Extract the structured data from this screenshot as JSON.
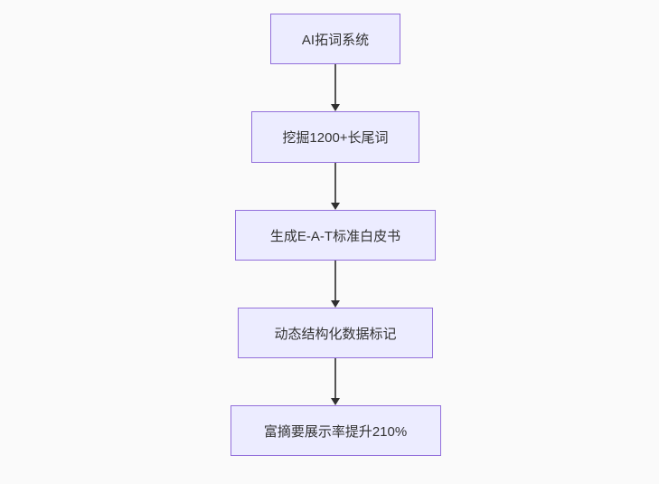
{
  "page": {
    "background": "#fafafa"
  },
  "diagram": {
    "type": "flowchart",
    "direction": "top-down",
    "colors": {
      "node_fill": "#ECECFF",
      "node_border": "#9370DB",
      "text": "#333333",
      "arrow_line": "#555555",
      "arrow_head": "#2f2f2f"
    },
    "nodes": [
      {
        "id": "n0",
        "label": "AI拓词系统"
      },
      {
        "id": "n1",
        "label": "挖掘1200+长尾词"
      },
      {
        "id": "n2",
        "label": "生成E-A-T标准白皮书"
      },
      {
        "id": "n3",
        "label": "动态结构化数据标记"
      },
      {
        "id": "n4",
        "label": "富摘要展示率提升210%"
      }
    ],
    "edges": [
      {
        "from": "n0",
        "to": "n1"
      },
      {
        "from": "n1",
        "to": "n2"
      },
      {
        "from": "n2",
        "to": "n3"
      },
      {
        "from": "n3",
        "to": "n4"
      }
    ]
  }
}
